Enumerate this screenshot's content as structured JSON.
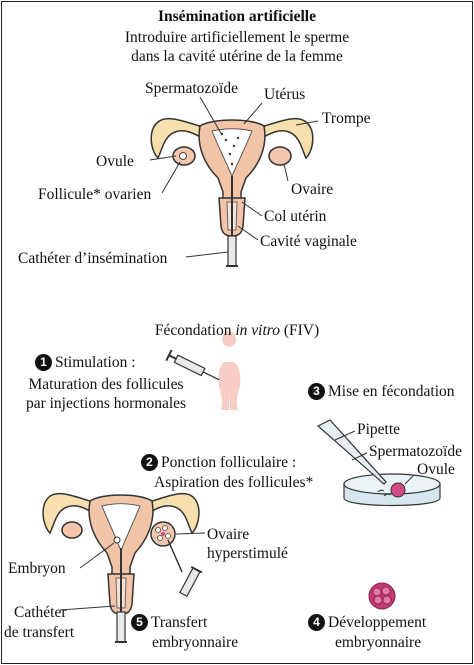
{
  "top": {
    "title": "Insémination artificielle",
    "subtitle_line1": "Introduire artificiellement le sperme",
    "subtitle_line2": "dans la cavité utérine de la femme",
    "labels": {
      "spermatozoide": "Spermatozoïde",
      "uterus": "Utérus",
      "trompe": "Trompe",
      "ovule": "Ovule",
      "ovaire": "Ovaire",
      "follicule": "Follicule* ovarien",
      "col": "Col utérin",
      "cavite": "Cavité vaginale",
      "catheter": "Cathéter d’insémination"
    }
  },
  "bottom": {
    "title_prefix": "Fécondation ",
    "title_italic": "in vitro",
    "title_suffix": " (FIV)",
    "steps": [
      {
        "num": "1",
        "title": "Stimulation :",
        "line1": "Maturation des follicules",
        "line2": "par injections hormonales"
      },
      {
        "num": "2",
        "title": "Ponction folliculaire :",
        "line1": "Aspiration des follicules*"
      },
      {
        "num": "3",
        "title": "Mise en fécondation"
      },
      {
        "num": "4",
        "title": "Développement",
        "line1": "embryonnaire"
      },
      {
        "num": "5",
        "title": "Transfert",
        "line1": "embryonnaire"
      }
    ],
    "labels": {
      "pipette": "Pipette",
      "spermatozoide": "Spermatozoïde",
      "ovule": "Ovule",
      "ovaire_line1": "Ovaire",
      "ovaire_line2": "hyperstimulé",
      "embryon": "Embryon",
      "catheter_line1": "Cathéter",
      "catheter_line2": "de transfert"
    }
  },
  "colors": {
    "uterus_fill": "#f2c4a8",
    "tube_fill": "#f8e0ae",
    "ovary_fill": "#f4c6ae",
    "woman_fill": "#f6ccc4",
    "embryo_fill": "#c23a72",
    "dish_fill": "#d6e8ee",
    "ovule_fill": "#d04a86"
  }
}
